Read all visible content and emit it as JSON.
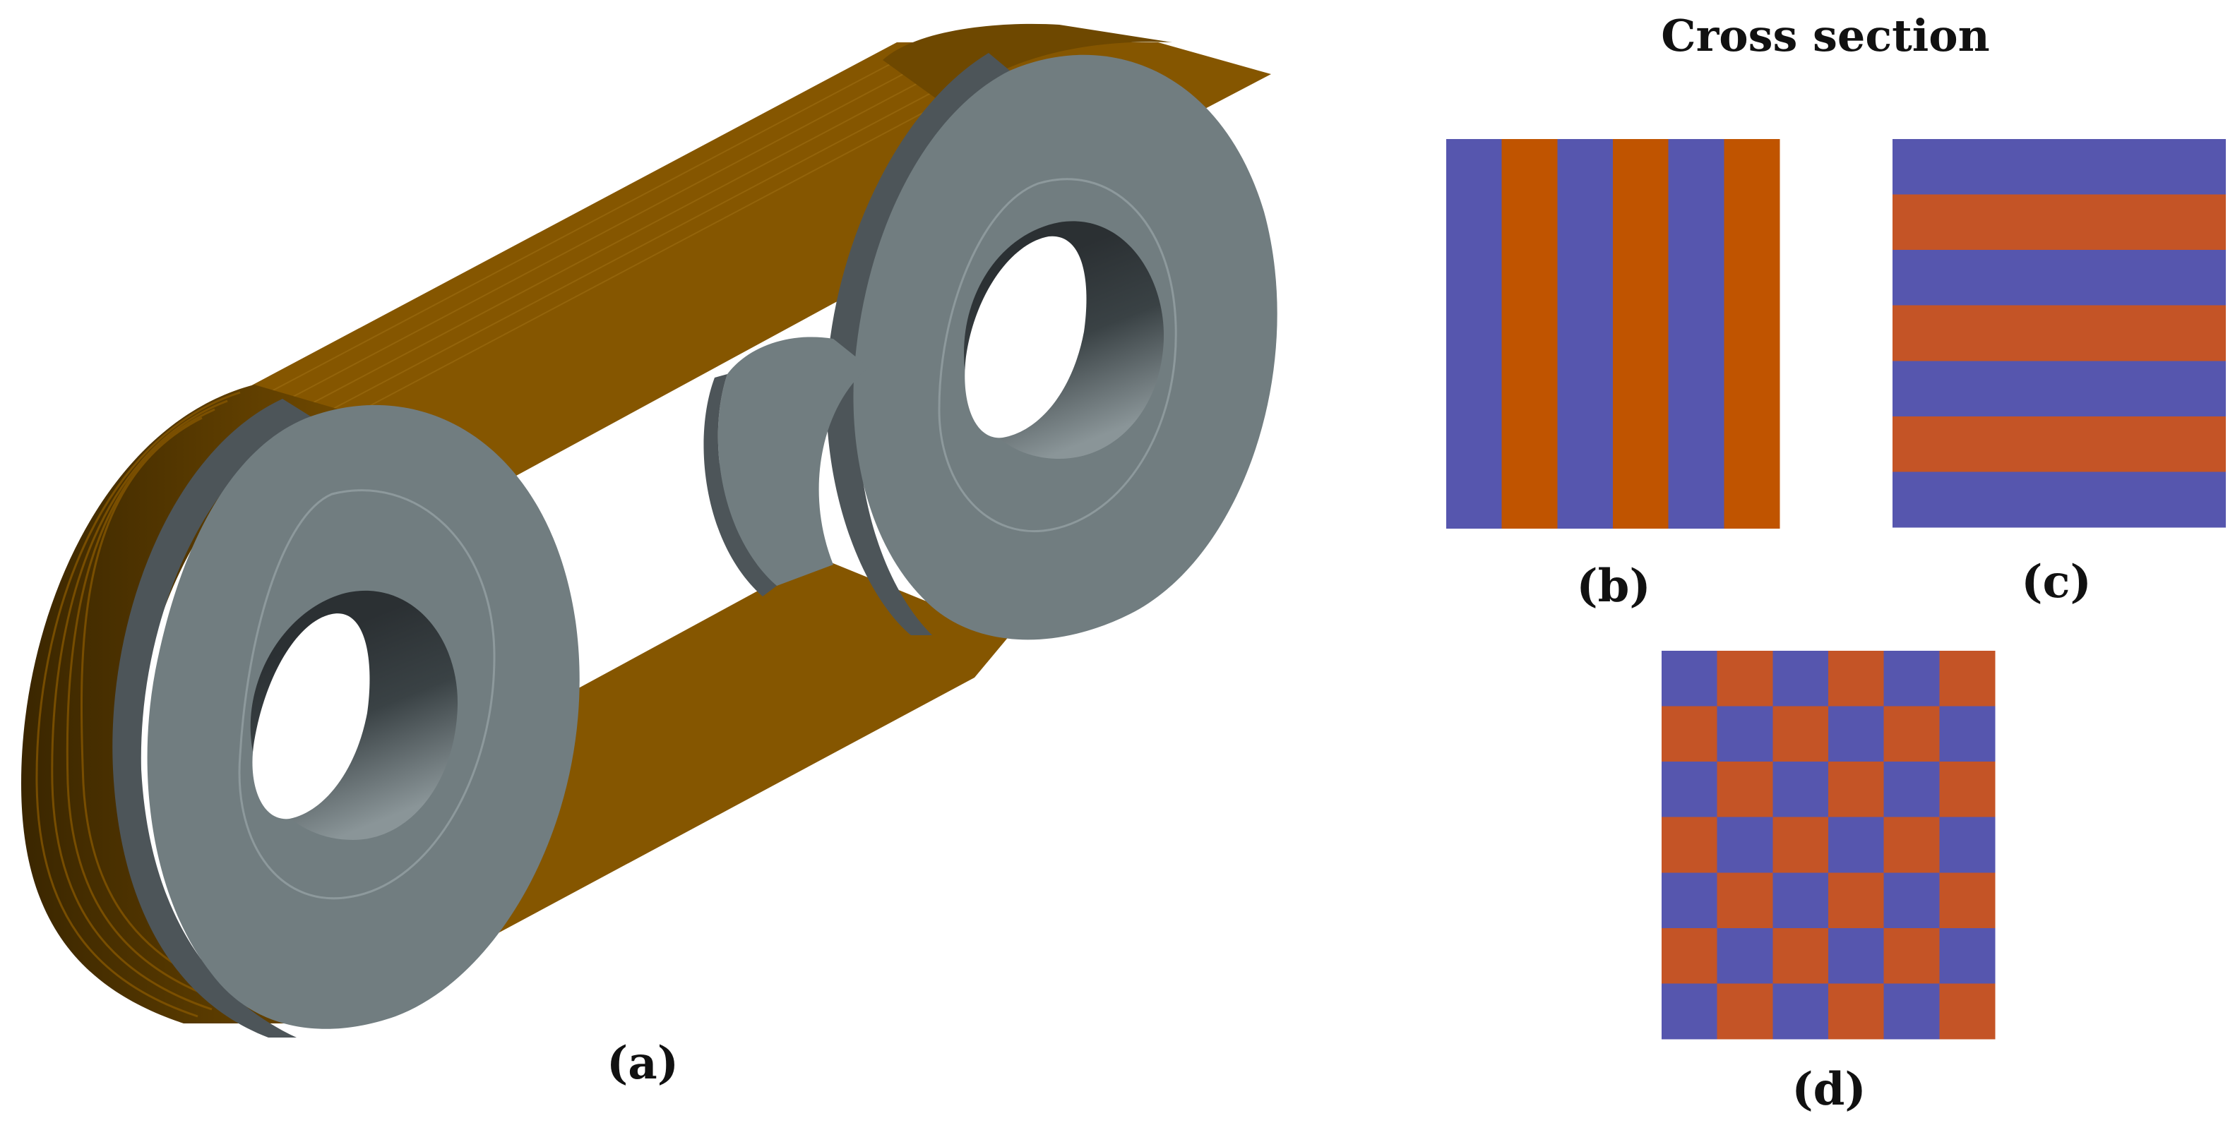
{
  "figure": {
    "heading": "Cross section",
    "labels": {
      "a": "(a)",
      "b": "(b)",
      "c": "(c)",
      "d": "(d)"
    }
  },
  "panels": {
    "b": {
      "pattern": "vertical-stripes",
      "stripes": 6,
      "order": [
        "blue",
        "orange",
        "blue",
        "orange",
        "blue",
        "orange"
      ]
    },
    "c": {
      "pattern": "horizontal-stripes",
      "stripes": 7,
      "order": [
        "blue",
        "orange",
        "blue",
        "orange",
        "blue",
        "orange",
        "blue"
      ]
    },
    "d": {
      "pattern": "checkerboard",
      "columns": 6,
      "rows": 7,
      "first_cell": "blue"
    }
  },
  "colors": {
    "blue": "#5656ae",
    "orange_b": "#c05400",
    "orange_c": "#c45426",
    "orange_d": "#c45426",
    "tape": "#855600",
    "tape_dark": "#4a3000",
    "disk_face": "#717d80",
    "disk_rim": "#4d5559",
    "disk_inner_dark": "#2b3033",
    "disk_inner_light": "#8a9598"
  }
}
